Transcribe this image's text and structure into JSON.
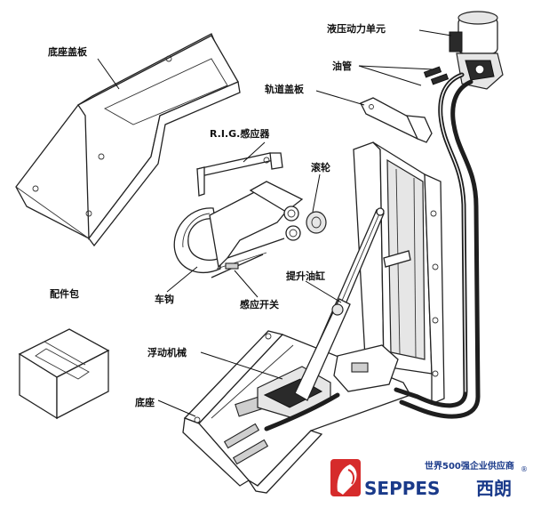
{
  "labels": {
    "base_cover": "底座盖板",
    "rig_sensor": "R.I.G.感应器",
    "hydraulic_unit": "液压动力单元",
    "oil_pipe": "油管",
    "rail_cover": "轨道盖板",
    "roller": "滚轮",
    "parts_kit": "配件包",
    "hook": "车钩",
    "sensor_switch": "感应开关",
    "lift_cylinder": "提升油缸",
    "floating_mech": "浮动机械",
    "base": "底座"
  },
  "brand": {
    "tagline": "世界500强企业供应商",
    "name_en": "SEPPES",
    "name_cn": "西朗",
    "registered": "®",
    "colors": {
      "primary": "#1a3a8a",
      "logo_red": "#d62b2b"
    }
  }
}
